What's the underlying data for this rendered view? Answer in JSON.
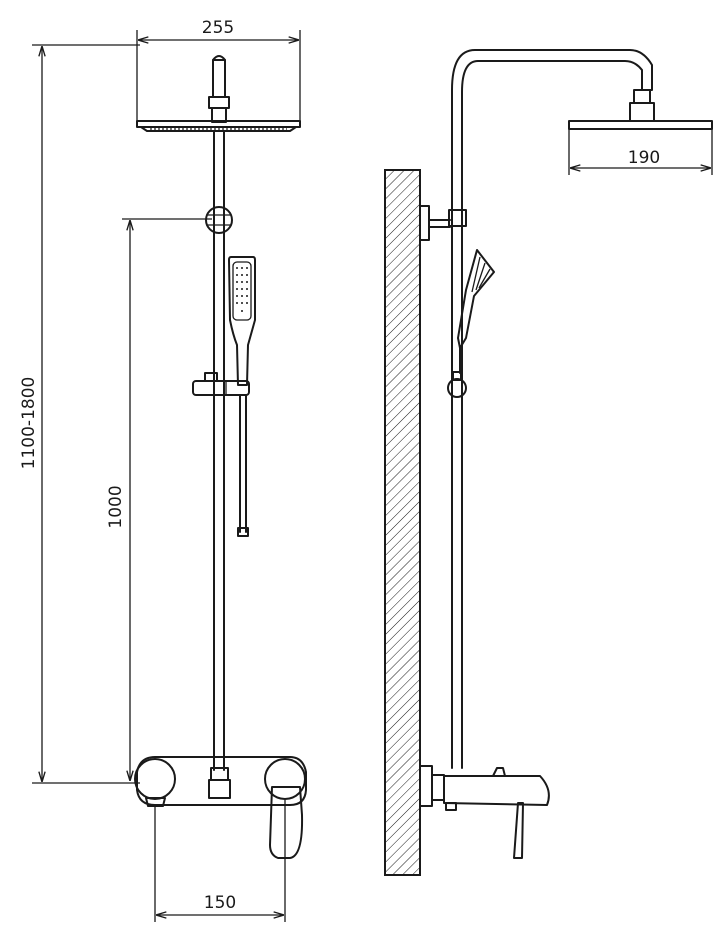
{
  "dimensions": {
    "head_width_front": "255",
    "head_width_side": "190",
    "total_height": "1100-1800",
    "bracket_height": "1000",
    "inlet_spacing": "150"
  },
  "colors": {
    "line": "#1a1a1a",
    "background": "#ffffff"
  }
}
